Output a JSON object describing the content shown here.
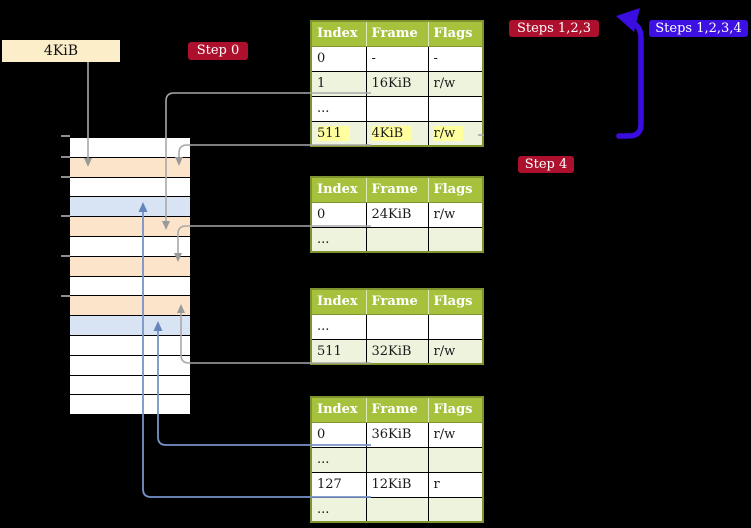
{
  "labels": {
    "frame_size_box": "4KiB",
    "step0_badge": "Step 0",
    "steps123_badge": "Steps 1,2,3",
    "steps1234_badge": "Steps 1,2,3,4",
    "step4_badge": "Step 4"
  },
  "memory": {
    "row_colors": [
      "white",
      "peach",
      "white",
      "blue",
      "peach",
      "white",
      "peach",
      "white",
      "peach",
      "blue",
      "white",
      "white",
      "white",
      "white"
    ]
  },
  "tables": [
    {
      "headers": [
        "Index",
        "Frame",
        "Flags"
      ],
      "rows": [
        {
          "cells": [
            "0",
            "-",
            "-"
          ],
          "highlight": false
        },
        {
          "cells": [
            "1",
            "16KiB",
            "r/w"
          ],
          "highlight": false
        },
        {
          "cells": [
            "...",
            "",
            ""
          ],
          "highlight": false
        },
        {
          "cells": [
            "511",
            "4KiB",
            "r/w"
          ],
          "highlight": true
        }
      ]
    },
    {
      "headers": [
        "Index",
        "Frame",
        "Flags"
      ],
      "rows": [
        {
          "cells": [
            "0",
            "24KiB",
            "r/w"
          ],
          "highlight": false
        },
        {
          "cells": [
            "...",
            "",
            ""
          ],
          "highlight": false
        }
      ]
    },
    {
      "headers": [
        "Index",
        "Frame",
        "Flags"
      ],
      "rows": [
        {
          "cells": [
            "...",
            "",
            ""
          ],
          "highlight": false
        },
        {
          "cells": [
            "511",
            "32KiB",
            "r/w"
          ],
          "highlight": false
        }
      ]
    },
    {
      "headers": [
        "Index",
        "Frame",
        "Flags"
      ],
      "rows": [
        {
          "cells": [
            "0",
            "36KiB",
            "r/w"
          ],
          "highlight": false
        },
        {
          "cells": [
            "...",
            "",
            ""
          ],
          "highlight": false
        },
        {
          "cells": [
            "127",
            "12KiB",
            "r"
          ],
          "highlight": false
        },
        {
          "cells": [
            "...",
            "",
            ""
          ],
          "highlight": false
        }
      ]
    }
  ],
  "colors": {
    "background": "#000000",
    "header_green": "#a6c23c",
    "row_alt_green": "#eef3de",
    "table_border_olive": "#7f932f",
    "highlight_yellow": "#ffff9e",
    "badge_red": "#ad102c",
    "badge_blue": "#3d11e3",
    "memory_peach": "#fce4cb",
    "memory_blue": "#d8e4f4",
    "frame_box_cream": "#fbeec9",
    "connector_gray": "#a8a8a8",
    "connector_blue": "#7793c8",
    "big_arrow_blue": "#3a0de0"
  }
}
